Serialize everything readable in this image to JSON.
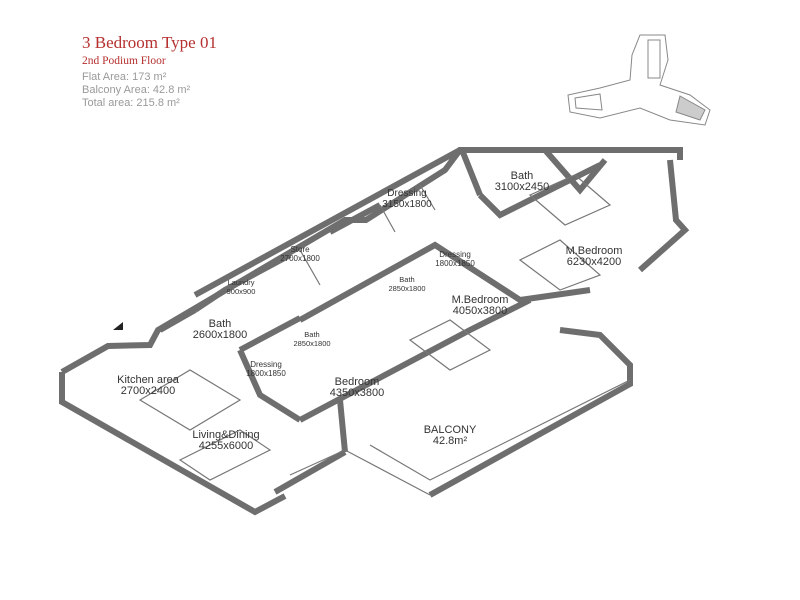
{
  "header": {
    "title": "3 Bedroom Type 01",
    "floor": "2nd Podium Floor",
    "flat_area": "Flat Area: 173 m²",
    "balcony_area": "Balcony Area: 42.8 m²",
    "total_area": "Total area: 215.8 m²"
  },
  "rooms": [
    {
      "name": "Bath",
      "size": "3100x2450"
    },
    {
      "name": "Dressing",
      "size": "3150x1800"
    },
    {
      "name": "M.Bedroom",
      "size": "6230x4200"
    },
    {
      "name": "Store",
      "size": "2700x1800"
    },
    {
      "name": "Dressing",
      "size": "1800x1850"
    },
    {
      "name": "Laundry",
      "size": "900x900"
    },
    {
      "name": "Bath",
      "size": "2850x1800"
    },
    {
      "name": "M.Bedroom",
      "size": "4050x3800"
    },
    {
      "name": "Bath",
      "size": "2600x1800"
    },
    {
      "name": "Bath",
      "size": "2850x1800"
    },
    {
      "name": "Dressing",
      "size": "1800x1850"
    },
    {
      "name": "Kitchen area",
      "size": "2700x2400"
    },
    {
      "name": "Bedroom",
      "size": "4350x3800"
    },
    {
      "name": "BALCONY",
      "size": "42.8m²"
    },
    {
      "name": "Living&Dining",
      "size": "4255x6000"
    }
  ],
  "colors": {
    "title": "#b5302f",
    "walls": "#6e6e6e",
    "info": "#9a9a9a"
  }
}
